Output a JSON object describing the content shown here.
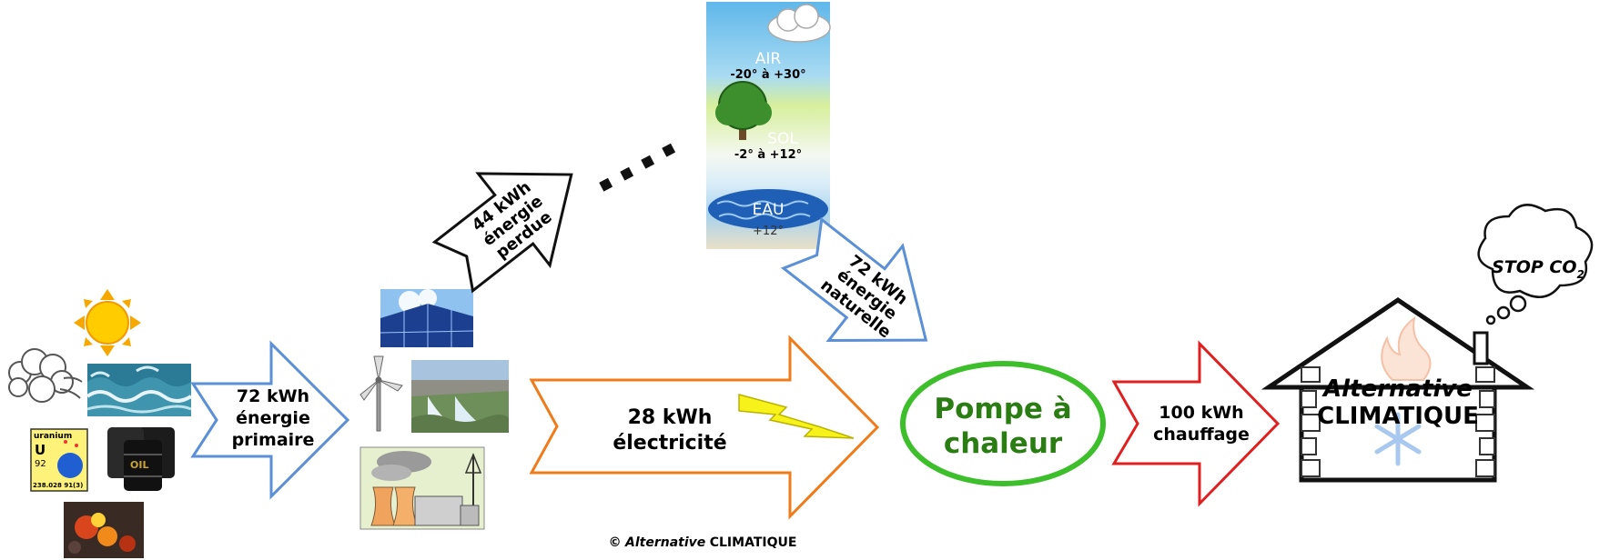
{
  "colors": {
    "blue_arrow": "#5b8fd6",
    "orange_arrow": "#f07b1a",
    "red_arrow": "#e02020",
    "green_ellipse": "#3cbf2a",
    "green_text": "#2a7d12",
    "lightning": "#f7f21a"
  },
  "arrows": {
    "primary": {
      "value": "72 kWh",
      "line1": "énergie",
      "line2": "primaire"
    },
    "lost": {
      "value": "44 kWh",
      "line1": "énergie",
      "line2": "perdue"
    },
    "electricity": {
      "value": "28 kWh",
      "line1": "électricité"
    },
    "natural": {
      "value": "72 kWh",
      "line1": "énergie",
      "line2": "naturelle"
    },
    "heating": {
      "value": "100 kWh",
      "line1": "chauffage"
    }
  },
  "heat_pump": {
    "line1": "Pompe à",
    "line2": "chaleur"
  },
  "sources": {
    "air": "AIR",
    "air_range": "-20° à +30°",
    "sol": "SOL",
    "sol_range": "-2° à +12°",
    "eau": "EAU",
    "eau_range": "+12°"
  },
  "uranium": {
    "name": "uranium",
    "symbol": "U",
    "number": "92",
    "mass": "238.028 91(3)"
  },
  "oil_label": "OIL",
  "house": {
    "line1": "Alternative",
    "line2": "CLIMATIQUE"
  },
  "bubble": {
    "text": "STOP CO",
    "sub": "2"
  },
  "copyright": {
    "symbol": "©",
    "italic": "Alternative",
    "bold": "CLIMATIQUE"
  }
}
